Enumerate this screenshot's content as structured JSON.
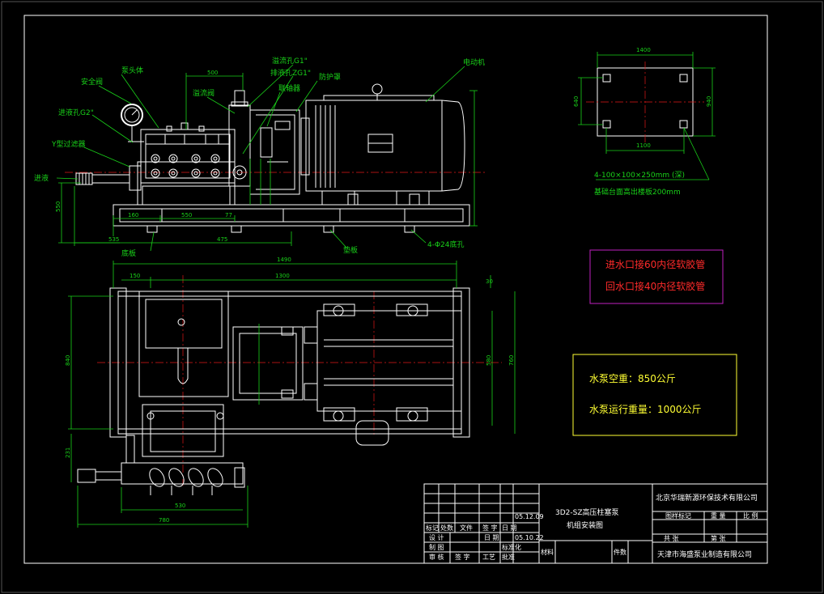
{
  "labels": {
    "motor": "电动机",
    "pump_head": "泵头体",
    "safety_valve": "安全阀",
    "inlet_port": "进液孔G2\"",
    "y_filter": "Y型过滤器",
    "inlet": "进液",
    "overflow_valve": "溢流阀",
    "overflow_port": "溢流孔G1\"",
    "discharge_port": "排液孔ZG1\"",
    "coupling": "联轴器",
    "guard": "防护罩",
    "base_plate": "底板",
    "pad_plate": "垫板",
    "anchor_holes": "4-Φ24底孔"
  },
  "dims": {
    "d_500": "500",
    "d_550_v": "550",
    "d_160": "160",
    "d_550": "550",
    "d_77": "77",
    "d_535": "535",
    "d_475": "475",
    "d_1490": "1490",
    "d_150": "150",
    "d_1300": "1300",
    "d_30": "30",
    "d_840": "840",
    "d_580": "580",
    "d_760": "760",
    "d_530": "530",
    "d_780": "780",
    "d_231": "231",
    "d_1400": "1400",
    "d_1100": "1100",
    "d_640": "640",
    "d_940": "940"
  },
  "foundation": {
    "line1": "4-100×100×250mm (深)",
    "line2": "基础台面高出楼板200mm"
  },
  "notes_red": {
    "line1": "进水口接60内径软胶管",
    "line2": "回水口接40内径软胶管"
  },
  "notes_yellow": {
    "line1": "水泵空重：850公斤",
    "line2": "水泵运行重量：1000公斤"
  },
  "title_block": {
    "drawing_title_1": "3D2-SZ高压柱塞泵",
    "drawing_title_2": "机组安装图",
    "company_top": "北京华瑞新源环保技术有限公司",
    "company_bottom": "天津市海盛泵业制造有限公司",
    "date1": "05.12.09",
    "date2": "05.10.22",
    "h_mark": "标记",
    "h_count": "处数",
    "h_doc": "文件",
    "h_sign": "签 字",
    "h_date": "日 期",
    "r_design": "设 计",
    "r_stdize": "标准化",
    "r_draw": "制 图",
    "r_check": "审 核",
    "r_date": "日 期",
    "r_process": "工艺",
    "r_approve": "批准",
    "r_sign2": "签 字",
    "stage_mark": "图样标记",
    "weight": "重 量",
    "scale": "比 例",
    "sheet_total": "共 张",
    "sheet_no": "第 张",
    "material": "材料",
    "pieces": "件数"
  }
}
